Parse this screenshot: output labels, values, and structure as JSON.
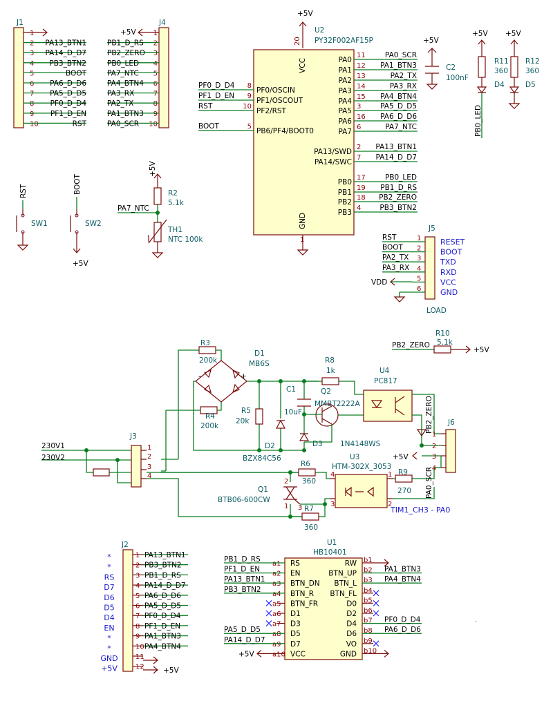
{
  "colors": {
    "wire": "#0b7d21",
    "body": "#7a0b0b",
    "body_fill": "#ffffcc",
    "ref": "#0d5c63",
    "pin_text": "#8b0000",
    "net_text": "#000000",
    "blue_label": "#1a1acc"
  },
  "j1": {
    "ref": "J1",
    "pins": [
      {
        "n": "1",
        "net": ""
      },
      {
        "n": "2",
        "net": "PA13_BTN1"
      },
      {
        "n": "3",
        "net": "PA14_D_D7"
      },
      {
        "n": "4",
        "net": "PB3_BTN2"
      },
      {
        "n": "5",
        "net": "BOOT"
      },
      {
        "n": "6",
        "net": "PA6_D_D6"
      },
      {
        "n": "7",
        "net": "PA5_D_D5"
      },
      {
        "n": "8",
        "net": "PF0_D_D4"
      },
      {
        "n": "9",
        "net": "PF1_D_EN"
      },
      {
        "n": "10",
        "net": "RST"
      }
    ]
  },
  "j4": {
    "ref": "J4",
    "p5v": "+5V",
    "pins": [
      {
        "n": "1",
        "net": ""
      },
      {
        "n": "2",
        "net": "PB1_D_RS"
      },
      {
        "n": "3",
        "net": "PB2_ZERO"
      },
      {
        "n": "4",
        "net": "PB0_LED"
      },
      {
        "n": "5",
        "net": "PA7_NTC"
      },
      {
        "n": "6",
        "net": "PA4_BTN4"
      },
      {
        "n": "7",
        "net": "PA3_RX"
      },
      {
        "n": "8",
        "net": "PA2_TX"
      },
      {
        "n": "9",
        "net": "PA1_BTN3"
      },
      {
        "n": "10",
        "net": "PA0_SCR"
      }
    ]
  },
  "u2": {
    "ref": "U2",
    "value": "PY32F002AF15P",
    "vcc_label": "VCC",
    "vcc_pin": "20",
    "gnd_label": "GND",
    "gnd_pin": "1",
    "p5v": "+5V",
    "left": [
      {
        "num": "8",
        "name": "PF0/OSCIN",
        "net": "PF0_D_D4"
      },
      {
        "num": "9",
        "name": "PF1/OSCOUT",
        "net": "PF1_D_EN"
      },
      {
        "num": "10",
        "name": "PF2/RST",
        "net": "RST"
      },
      {
        "num": "5",
        "name": "PB6/PF4/BOOT0",
        "net": "BOOT"
      }
    ],
    "right": [
      {
        "num": "11",
        "name": "PA0",
        "net": "PA0_SCR"
      },
      {
        "num": "12",
        "name": "PA1",
        "net": "PA1_BTN3"
      },
      {
        "num": "13",
        "name": "PA2",
        "net": "PA2_TX"
      },
      {
        "num": "14",
        "name": "PA3",
        "net": "PA3_RX"
      },
      {
        "num": "15",
        "name": "PA4",
        "net": "PA4_BTN4"
      },
      {
        "num": "3",
        "name": "PA5",
        "net": "PA5_D_D5"
      },
      {
        "num": "16",
        "name": "PA6",
        "net": "PA6_D_D6"
      },
      {
        "num": "6",
        "name": "PA7",
        "net": "PA7_NTC"
      },
      {
        "num": "2",
        "name": "PA13/SWD",
        "net": "PA13_BTN1"
      },
      {
        "num": "7",
        "name": "PA14/SWC",
        "net": "PA14_D_D7"
      },
      {
        "num": "17",
        "name": "PB0",
        "net": "PB0_LED"
      },
      {
        "num": "19",
        "name": "PB1",
        "net": "PB1_D_RS"
      },
      {
        "num": "18",
        "name": "PB2",
        "net": "PB2_ZERO"
      },
      {
        "num": "4",
        "name": "PB3",
        "net": "PB3_BTN2"
      }
    ]
  },
  "c2": {
    "ref": "C2",
    "value": "100nF",
    "p5v": "+5V"
  },
  "leds": {
    "r11_ref": "R11",
    "r11_val": "360",
    "r12_ref": "R12",
    "r12_val": "360",
    "d4": "D4",
    "d5": "D5",
    "net": "PB0_LED",
    "p5v": "+5V"
  },
  "misc": {
    "sw1": "SW1",
    "sw2": "SW2",
    "rst": "RST",
    "boot": "BOOT",
    "p5v": "+5V",
    "r2_ref": "R2",
    "r2_val": "5.1k",
    "th1_ref": "TH1",
    "th1_val": "NTC 100k",
    "pa7": "PA7_NTC"
  },
  "j5": {
    "ref": "J5",
    "value": "LOAD",
    "vdd": "VDD",
    "pins": [
      {
        "n": "1",
        "net": "RST",
        "func": "RESET"
      },
      {
        "n": "2",
        "net": "BOOT",
        "func": "BOOT"
      },
      {
        "n": "3",
        "net": "PA2_TX",
        "func": "TXD"
      },
      {
        "n": "4",
        "net": "PA3_RX",
        "func": "RXD"
      },
      {
        "n": "5",
        "net": "",
        "func": "VCC"
      },
      {
        "n": "6",
        "net": "",
        "func": "GND"
      }
    ]
  },
  "power": {
    "r3_ref": "R3",
    "r3_val": "200k",
    "r4_ref": "R4",
    "r4_val": "200k",
    "r5_ref": "R5",
    "r5_val": "20k",
    "d1_ref": "D1",
    "d1_val": "MB6S",
    "d2_ref": "D2",
    "d2_val": "BZX84C56",
    "c1_ref": "C1",
    "c1_val": "10uF",
    "r8_ref": "R8",
    "r8_val": "1k",
    "q2_ref": "Q2",
    "q2_val": "MMBT2222A",
    "d3_ref": "D3",
    "d3_val": "1N4148WS",
    "u4_ref": "U4",
    "u4_val": "PC817",
    "r10_ref": "R10",
    "r10_val": "5.1k",
    "pb2": "PB2_ZERO",
    "p5v": "+5V",
    "j6_ref": "J6",
    "pb2_v": "PB2_ZERO",
    "pa0_v": "PA0_SCR",
    "j3_ref": "J3",
    "v1": "230V1",
    "v2": "230V2",
    "r6_ref": "R6",
    "r6_val": "360",
    "r7_ref": "R7",
    "r7_val": "360",
    "r9_ref": "R9",
    "r9_val": "270",
    "q1_ref": "Q1",
    "q1_val": "BTB06-600CW",
    "u3_ref": "U3",
    "u3_val": "HTM-302X_3053",
    "tim": "TIM1_CH3 - PA0",
    "bridge_minus": "-",
    "bridge_plus": "+"
  },
  "j2": {
    "ref": "J2",
    "p5v": "+5V",
    "pins": [
      {
        "n": "1",
        "net": "PA13_BTN1",
        "func": "*"
      },
      {
        "n": "2",
        "net": "PB3_BTN2",
        "func": "*"
      },
      {
        "n": "3",
        "net": "PB1_D_RS",
        "func": "RS"
      },
      {
        "n": "4",
        "net": "PA14_D_D7",
        "func": "D7"
      },
      {
        "n": "5",
        "net": "PA6_D_D6",
        "func": "D6"
      },
      {
        "n": "6",
        "net": "PA5_D_D5",
        "func": "D5"
      },
      {
        "n": "7",
        "net": "PF0_D_D4",
        "func": "D4"
      },
      {
        "n": "8",
        "net": "PF1_D_EN",
        "func": "EN"
      },
      {
        "n": "9",
        "net": "PA1_BTN3",
        "func": "*"
      },
      {
        "n": "10",
        "net": "PA4_BTN4",
        "func": "*"
      },
      {
        "n": "11",
        "net": "",
        "func": "GND"
      },
      {
        "n": "12",
        "net": "",
        "func": "+5V"
      }
    ]
  },
  "u1": {
    "ref": "U1",
    "value": "HB10401",
    "p5v": "+5V",
    "left": [
      {
        "pin": "a1",
        "name": "RS",
        "net": "PB1_D_RS"
      },
      {
        "pin": "a2",
        "name": "EN",
        "net": "PF1_D_EN"
      },
      {
        "pin": "a3",
        "name": "BTN_DN",
        "net": "PA13_BTN1"
      },
      {
        "pin": "a4",
        "name": "BTN_R",
        "net": "PB3_BTN2"
      },
      {
        "pin": "a5",
        "name": "BTN_FR",
        "net": ""
      },
      {
        "pin": "a6",
        "name": "D1",
        "net": ""
      },
      {
        "pin": "a7",
        "name": "D3",
        "net": ""
      },
      {
        "pin": "a8",
        "name": "D5",
        "net": "PA5_D_D5"
      },
      {
        "pin": "a9",
        "name": "D7",
        "net": "PA14_D_D7"
      },
      {
        "pin": "a10",
        "name": "VCC",
        "net": "+5V"
      }
    ],
    "right": [
      {
        "pin": "b1",
        "name": "RW",
        "net": ""
      },
      {
        "pin": "b2",
        "name": "BTN_UP",
        "net": "PA1_BTN3"
      },
      {
        "pin": "b3",
        "name": "BTN_L",
        "net": "PA4_BTN4"
      },
      {
        "pin": "b4",
        "name": "BTN_FL",
        "net": ""
      },
      {
        "pin": "b5",
        "name": "D0",
        "net": ""
      },
      {
        "pin": "b6",
        "name": "D2",
        "net": ""
      },
      {
        "pin": "b7",
        "name": "D4",
        "net": "PF0_D_D4"
      },
      {
        "pin": "b8",
        "name": "D6",
        "net": "PA6_D_D6"
      },
      {
        "pin": "b9",
        "name": "VO",
        "net": ""
      },
      {
        "pin": "b10",
        "name": "GND",
        "net": ""
      }
    ]
  }
}
